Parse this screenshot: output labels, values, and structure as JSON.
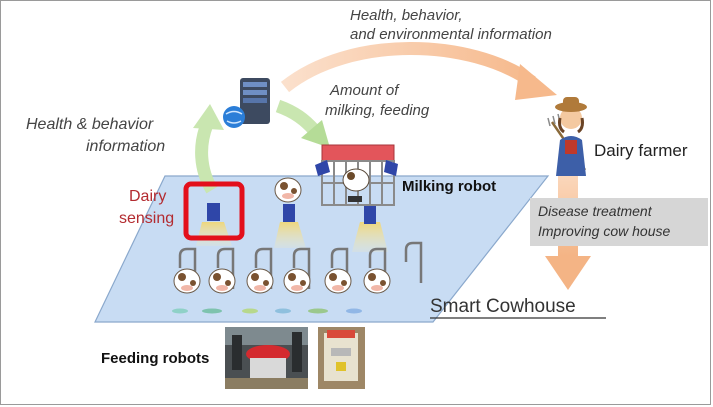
{
  "labels": {
    "env_info_line1": "Health, behavior,",
    "env_info_line2": "and environmental information",
    "health_behavior_line1": "Health & behavior",
    "health_behavior_line2": "information",
    "amount_line1": "Amount of",
    "amount_line2": "milking, feeding",
    "dairy_sensing_line1": "Dairy",
    "dairy_sensing_line2": "sensing",
    "milking_robot": "Milking robot",
    "dairy_farmer": "Dairy farmer",
    "disease_treatment": "Disease treatment",
    "improving_cow_house": "Improving cow house",
    "smart_cowhouse": "Smart Cowhouse",
    "feeding_robots": "Feeding robots"
  },
  "colors": {
    "arrow_orange": "#f9c9a6",
    "arrow_green": "#c9e6b0",
    "floor_blue": "#c8dcf3",
    "sensing_red": "#c0323a",
    "sensor_blue": "#2f46a8",
    "beam_yellow": "#f3e3a0"
  }
}
